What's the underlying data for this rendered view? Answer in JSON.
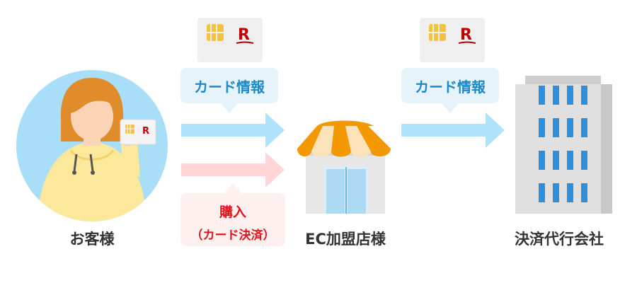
{
  "nodes": {
    "customer": "お客様",
    "merchant": "EC加盟店様",
    "processor": "決済代行会社"
  },
  "bubbles": {
    "card_info_1": "カード情報",
    "card_info_2": "カード情報"
  },
  "purchase": {
    "line1": "購入",
    "line2": "（カード決済）"
  },
  "card_logo": "R",
  "colors": {
    "card_arrow": "#aee3fb",
    "purchase_arrow": "#ffd5d8",
    "brand_red": "#bf0000",
    "accent_blue": "#1a8ac8",
    "purchase_red": "#e0151d",
    "awning_orange": "#f39800",
    "customer_circle": "#a9def9"
  },
  "icons": [
    "credit-card-icon",
    "customer-icon",
    "store-icon",
    "office-building-icon"
  ]
}
